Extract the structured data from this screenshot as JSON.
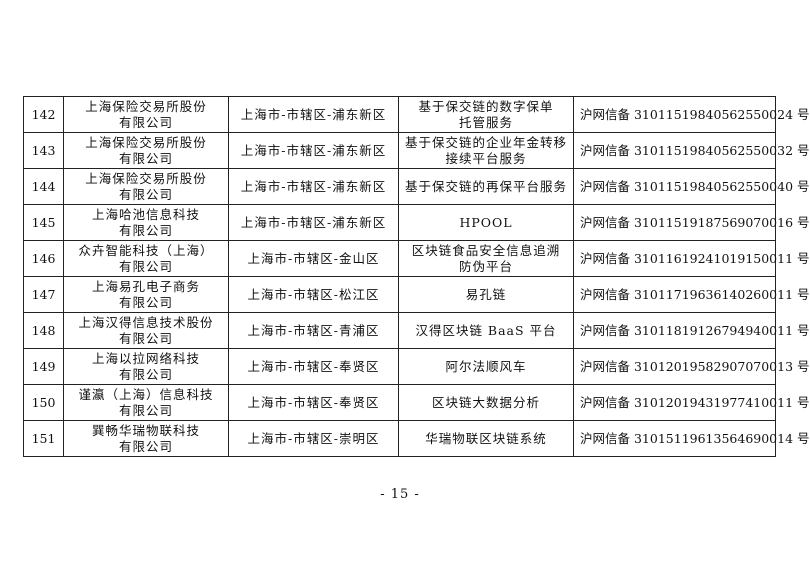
{
  "rows": [
    {
      "no": "142",
      "company": [
        "上海保险交易所股份",
        "有限公司"
      ],
      "location": "上海市-市辖区-浦东新区",
      "service": [
        "基于保交链的数字保单",
        "托管服务"
      ],
      "record": "沪网信备 31011519840562550024 号"
    },
    {
      "no": "143",
      "company": [
        "上海保险交易所股份",
        "有限公司"
      ],
      "location": "上海市-市辖区-浦东新区",
      "service": [
        "基于保交链的企业年金转移",
        "接续平台服务"
      ],
      "record": "沪网信备 31011519840562550032 号"
    },
    {
      "no": "144",
      "company": [
        "上海保险交易所股份",
        "有限公司"
      ],
      "location": "上海市-市辖区-浦东新区",
      "service": [
        "基于保交链的再保平台服务"
      ],
      "record": "沪网信备 31011519840562550040 号"
    },
    {
      "no": "145",
      "company": [
        "上海哈池信息科技",
        "有限公司"
      ],
      "location": "上海市-市辖区-浦东新区",
      "service": [
        "HPOOL"
      ],
      "record": "沪网信备 31011519187569070016 号"
    },
    {
      "no": "146",
      "company": [
        "众卉智能科技（上海）",
        "有限公司"
      ],
      "location": "上海市-市辖区-金山区",
      "service": [
        "区块链食品安全信息追溯",
        "防伪平台"
      ],
      "record": "沪网信备 31011619241019150011 号"
    },
    {
      "no": "147",
      "company": [
        "上海易孔电子商务",
        "有限公司"
      ],
      "location": "上海市-市辖区-松江区",
      "service": [
        "易孔链"
      ],
      "record": "沪网信备 31011719636140260011 号"
    },
    {
      "no": "148",
      "company": [
        "上海汉得信息技术股份",
        "有限公司"
      ],
      "location": "上海市-市辖区-青浦区",
      "service": [
        "汉得区块链 BaaS 平台"
      ],
      "record": "沪网信备 31011819126794940011 号"
    },
    {
      "no": "149",
      "company": [
        "上海以拉网络科技",
        "有限公司"
      ],
      "location": "上海市-市辖区-奉贤区",
      "service": [
        "阿尔法顺风车"
      ],
      "record": "沪网信备 31012019582907070013 号"
    },
    {
      "no": "150",
      "company": [
        "谨瀛（上海）信息科技",
        "有限公司"
      ],
      "location": "上海市-市辖区-奉贤区",
      "service": [
        "区块链大数据分析"
      ],
      "record": "沪网信备 31012019431977410011 号"
    },
    {
      "no": "151",
      "company": [
        "巽畅华瑞物联科技",
        "有限公司"
      ],
      "location": "上海市-市辖区-崇明区",
      "service": [
        "华瑞物联区块链系统"
      ],
      "record": "沪网信备 31015119613564690014 号"
    }
  ],
  "page_number": "- 15 -"
}
